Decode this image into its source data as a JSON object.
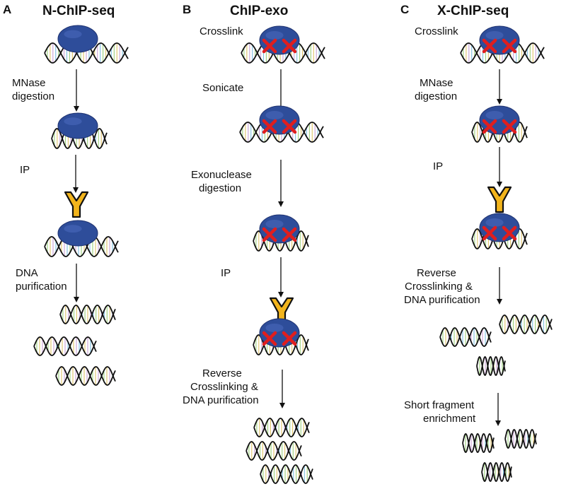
{
  "panels": [
    {
      "letter": "A",
      "title": "N-ChIP-seq",
      "steps": [
        "MNase",
        "digestion",
        "IP",
        "DNA",
        "purification"
      ]
    },
    {
      "letter": "B",
      "title": "ChIP-exo",
      "steps": [
        "Crosslink",
        "Sonicate",
        "Exonuclease",
        "digestion",
        "IP",
        "Reverse",
        "Crosslinking &",
        "DNA purification"
      ]
    },
    {
      "letter": "C",
      "title": "X-ChIP-seq",
      "steps": [
        "Crosslink",
        "MNase",
        "digestion",
        "IP",
        "Reverse",
        "Crosslinking &",
        "DNA purification",
        "Short fragment",
        "enrichment"
      ]
    }
  ],
  "colors": {
    "nucleosome": "#2e4d9a",
    "crosslink": "#e01e1e",
    "antibody": "#f2b41c",
    "dna_strand": "#111111",
    "base_pairs": [
      "#7fbfe0",
      "#9ccf7a",
      "#e0c46a",
      "#c9a3d6"
    ]
  },
  "icons": [
    "nucleosome-icon",
    "dna-helix-icon",
    "crosslink-x-icon",
    "antibody-icon",
    "arrow-down-icon"
  ]
}
